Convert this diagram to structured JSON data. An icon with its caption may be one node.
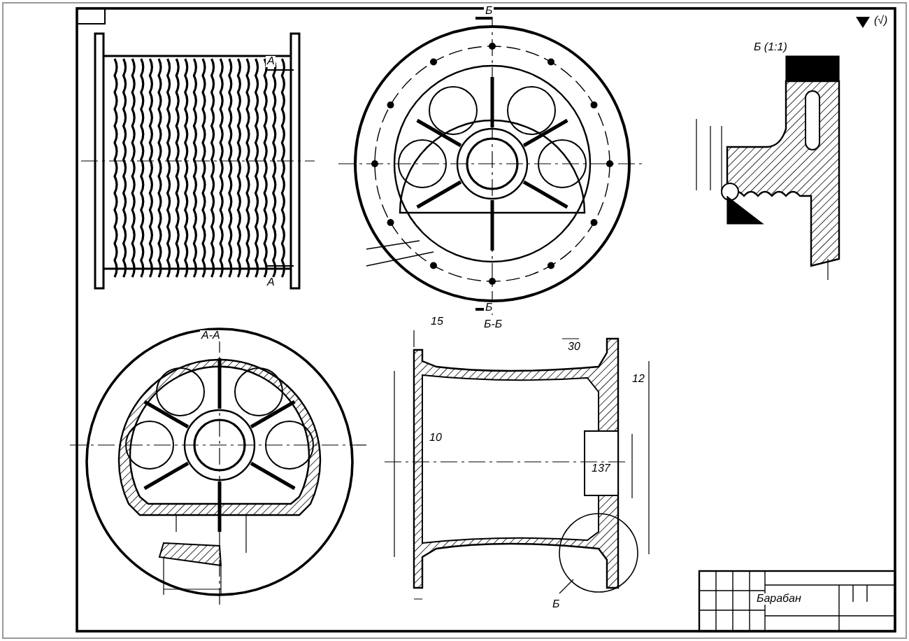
{
  "diagram": {
    "labels": [
      "Б",
      "А",
      "А",
      "(√)",
      "Б (1:1)",
      "Б",
      "А-А",
      "15",
      "Б-Б",
      "30",
      "12",
      "10",
      "137",
      "Б",
      "Барабан"
    ]
  }
}
